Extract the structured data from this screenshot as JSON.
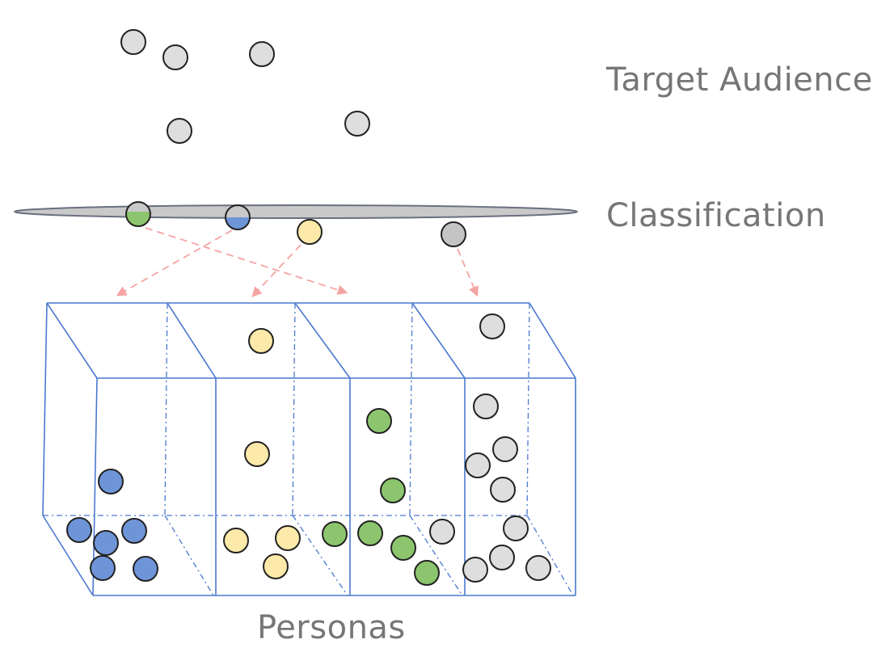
{
  "labels": {
    "target_audience": "Target Audience",
    "classification": "Classification",
    "personas": "Personas"
  },
  "colors": {
    "blue": "#6f95d9",
    "yellow": "#fde9a9",
    "green": "#8cc56e",
    "gray": "#dedede",
    "dark_gray": "#c4c4c4",
    "box_line": "#4a78cf",
    "arrow": "#f5a3a3",
    "disc_fill": "#c9c9c9",
    "disc_stroke": "#6a7080",
    "circle_stroke": "#222222"
  },
  "groups": {
    "audience": {
      "count": 5,
      "color": "gray"
    },
    "persona_blue": {
      "count": 6,
      "color": "blue"
    },
    "persona_yellow": {
      "count": 5,
      "color": "yellow"
    },
    "persona_green": {
      "count": 6,
      "color": "green"
    },
    "persona_gray": {
      "count": 10,
      "color": "gray"
    }
  }
}
